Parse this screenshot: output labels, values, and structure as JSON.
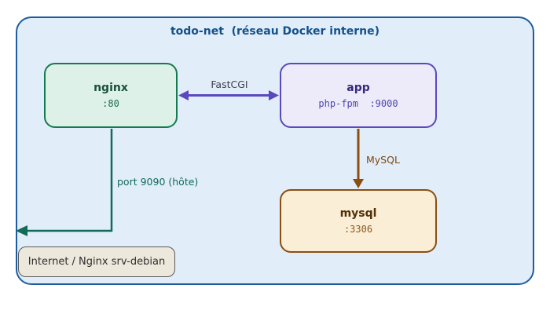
{
  "network": {
    "title": "todo-net  (réseau Docker interne)",
    "nodes": {
      "nginx": {
        "title": "nginx",
        "sub": ":80"
      },
      "app": {
        "title": "app",
        "sub": "php-fpm  :9000"
      },
      "mysql": {
        "title": "mysql",
        "sub": ":3306"
      }
    },
    "edges": {
      "fastcgi": {
        "label": "FastCGI"
      },
      "mysql": {
        "label": "MySQL"
      },
      "host_port": {
        "label": "port 9090 (hôte)"
      }
    },
    "external": {
      "label": "Internet / Nginx srv-debian"
    },
    "colors": {
      "network_border": "#1e5c9e",
      "network_fill": "#e1edf9",
      "network_title_text": "#14518a",
      "nginx_border": "#157a50",
      "nginx_fill": "#def1e8",
      "app_border": "#5a49bd",
      "app_fill": "#edebf9",
      "mysql_border": "#8c4e10",
      "mysql_fill": "#fbeed6",
      "fastcgi_arrow": "#5a49bd",
      "fastcgi_label_text": "#3f3f4f",
      "mysql_arrow": "#8c4e10",
      "host_port_arrow": "#116b58",
      "external_fill": "#ece8db"
    }
  }
}
